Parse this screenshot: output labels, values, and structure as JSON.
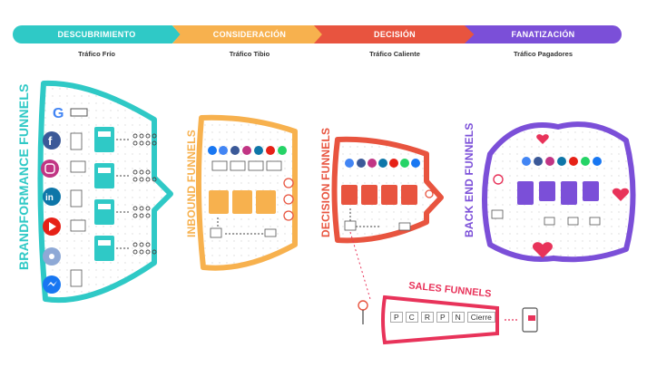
{
  "stages": [
    {
      "label": "DESCUBRIMIENTO",
      "sub": "Tráfico Frío",
      "color": "#2fc9c6"
    },
    {
      "label": "CONSIDERACIÓN",
      "sub": "Tráfico Tibio",
      "color": "#f7b14e"
    },
    {
      "label": "DECISIÓN",
      "sub": "Tráfico Caliente",
      "color": "#e8543f"
    },
    {
      "label": "FANATIZACIÓN",
      "sub": "Tráfico Pagadores",
      "color": "#7b4fd8"
    }
  ],
  "funnels": {
    "brandformance": "BRANDFORMANCE FUNNELS",
    "inbound": "INBOUND FUNNELS",
    "decision": "DECISION FUNNELS",
    "backend": "BACK END FUNNELS",
    "sales": "SALES FUNNELS"
  },
  "sales_steps": [
    "P",
    "C",
    "R",
    "P",
    "N",
    "Cierre"
  ],
  "channel_icons": [
    "google-icon",
    "facebook-icon",
    "instagram-icon",
    "linkedin-icon",
    "youtube-icon",
    "network-icon",
    "messenger-icon"
  ],
  "colors": {
    "teal": "#2fc9c6",
    "orange": "#f7b14e",
    "red": "#e8543f",
    "purple": "#7b4fd8",
    "pink": "#e8335a"
  }
}
